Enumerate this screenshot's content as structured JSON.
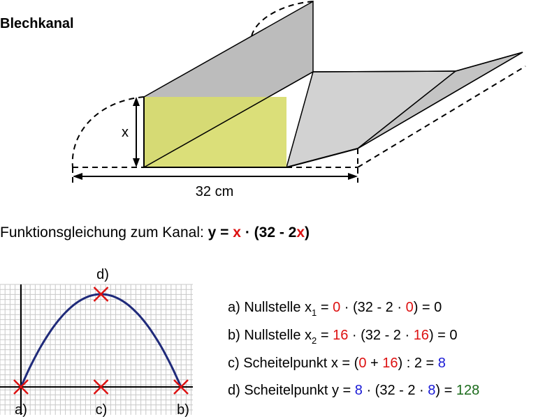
{
  "title": "Blechkanal",
  "dimensions": {
    "height_label": "x",
    "width_label": "32 cm"
  },
  "equation": {
    "prefix": "Funktionsgleichung zum Kanal: ",
    "y_eq": "y = ",
    "x": "x",
    "dot_open": " · (32 - 2",
    "x2": "x",
    "close": ")"
  },
  "graph": {
    "labels": {
      "a": "a)",
      "b": "b)",
      "c": "c)",
      "d": "d)"
    }
  },
  "steps": {
    "a": {
      "lead": "a) Nullstelle x",
      "sub": "1",
      "eq": " = ",
      "v1": "0",
      "mid": " · (32 - 2 · ",
      "v2": "0",
      "end": ") = 0"
    },
    "b": {
      "lead": "b) Nullstelle x",
      "sub": "2",
      "eq": " = ",
      "v1": "16",
      "mid": " · (32 - 2 · ",
      "v2": "16",
      "end": ") = 0"
    },
    "c": {
      "lead": "c) Scheitelpunkt x = (",
      "v1": "0",
      "mid": " + ",
      "v2": "16",
      "end": ") : 2 = ",
      "res": "8"
    },
    "d": {
      "lead": "d) Scheitelpunkt y = ",
      "v1": "8",
      "mid": "  · (32 - 2 · ",
      "v2": "8",
      "end": ") = ",
      "res": "128"
    }
  },
  "colors": {
    "red": "#dd1111",
    "blue": "#1a1ad6",
    "green": "#1b6b1b",
    "curve": "#1f2a7a",
    "yellow_face": "#d8dc6e",
    "gray_wall": "#bcbcbc",
    "light_gray": "#d2d2d2"
  }
}
